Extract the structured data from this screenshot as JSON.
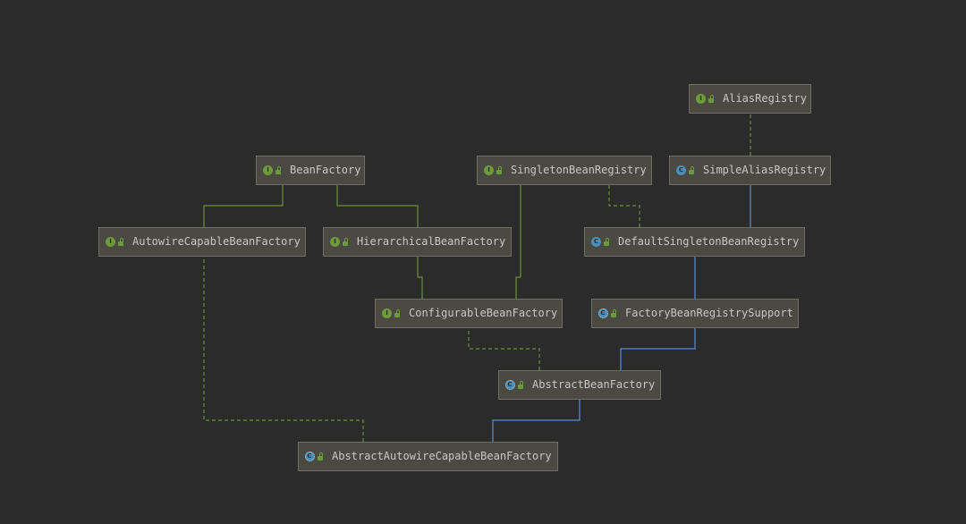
{
  "colors": {
    "background": "#2b2b2b",
    "node_fill": "#4a4a43",
    "node_border": "#6e6e66",
    "text": "#c8c8c0",
    "interface_icon": "#6d9b3a",
    "class_icon": "#4c8fb8",
    "green_edge": "#6a8f3e",
    "blue_edge": "#5a8fd6"
  },
  "nodes": [
    {
      "name": "AliasRegistry",
      "icon": "interface-icon",
      "visibility_icon": "public-visibility-icon"
    },
    {
      "name": "BeanFactory",
      "icon": "interface-icon",
      "visibility_icon": "public-visibility-icon"
    },
    {
      "name": "SingletonBeanRegistry",
      "icon": "interface-icon",
      "visibility_icon": "public-visibility-icon"
    },
    {
      "name": "SimpleAliasRegistry",
      "icon": "class-icon",
      "visibility_icon": "public-visibility-icon"
    },
    {
      "name": "AutowireCapableBeanFactory",
      "icon": "interface-icon",
      "visibility_icon": "public-visibility-icon"
    },
    {
      "name": "HierarchicalBeanFactory",
      "icon": "interface-icon",
      "visibility_icon": "public-visibility-icon"
    },
    {
      "name": "DefaultSingletonBeanRegistry",
      "icon": "class-icon",
      "visibility_icon": "public-visibility-icon"
    },
    {
      "name": "ConfigurableBeanFactory",
      "icon": "interface-icon",
      "visibility_icon": "public-visibility-icon"
    },
    {
      "name": "FactoryBeanRegistrySupport",
      "icon": "abstract-class-icon",
      "visibility_icon": "public-visibility-icon"
    },
    {
      "name": "AbstractBeanFactory",
      "icon": "abstract-class-icon",
      "visibility_icon": "public-visibility-icon"
    },
    {
      "name": "AbstractAutowireCapableBeanFactory",
      "icon": "abstract-class-icon",
      "visibility_icon": "public-visibility-icon"
    }
  ],
  "edges": [
    {
      "from": 3,
      "to": 0,
      "color": "#6a8f3e",
      "dashed": true
    },
    {
      "from": 6,
      "to": 3,
      "color": "#5a8fd6",
      "dashed": false
    },
    {
      "from": 6,
      "to": 2,
      "color": "#6a8f3e",
      "dashed": true
    },
    {
      "from": 4,
      "to": 1,
      "color": "#6a8f3e",
      "dashed": false
    },
    {
      "from": 5,
      "to": 1,
      "color": "#6a8f3e",
      "dashed": false
    },
    {
      "from": 7,
      "to": 5,
      "color": "#6a8f3e",
      "dashed": false
    },
    {
      "from": 7,
      "to": 2,
      "color": "#6a8f3e",
      "dashed": false
    },
    {
      "from": 8,
      "to": 6,
      "color": "#5a8fd6",
      "dashed": false
    },
    {
      "from": 9,
      "to": 7,
      "color": "#6a8f3e",
      "dashed": true
    },
    {
      "from": 9,
      "to": 8,
      "color": "#5a8fd6",
      "dashed": false
    },
    {
      "from": 10,
      "to": 9,
      "color": "#5a8fd6",
      "dashed": false
    },
    {
      "from": 10,
      "to": 4,
      "color": "#6a8f3e",
      "dashed": true
    }
  ]
}
